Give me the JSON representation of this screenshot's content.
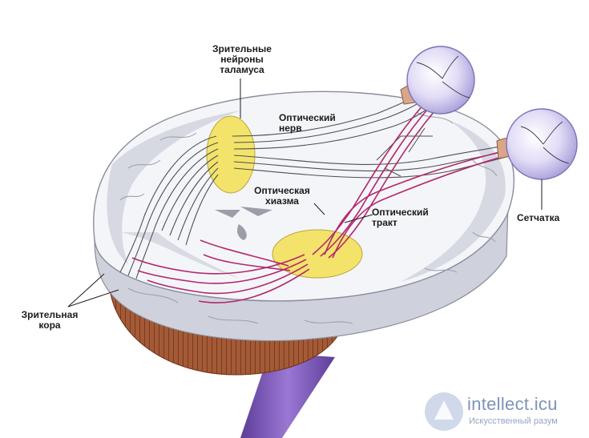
{
  "labels": {
    "thalamus_line1": "Зрительные",
    "thalamus_line2": "нейроны",
    "thalamus_line3": "таламуса",
    "optic_nerve_line1": "Оптический",
    "optic_nerve_line2": "нерв",
    "chiasm_line1": "Оптическая",
    "chiasm_line2": "хиазма",
    "optic_tract_line1": "Оптический",
    "optic_tract_line2": "тракт",
    "retina": "Сетчатка",
    "cortex_line1": "Зрительная",
    "cortex_line2": "кора"
  },
  "watermark": {
    "site": "intellect.icu",
    "tagline": "Искусственный разум"
  },
  "colors": {
    "brain_fill": "#f4f5f8",
    "brain_shade": "#c9ccd6",
    "thalamus_fill": "#f3e36a",
    "cerebellum": "#9a4b2a",
    "brainstem": "#7b53b5",
    "optic_path": "#b2286f",
    "nerve_gray": "#555555",
    "eye": "#c9c3ea"
  }
}
